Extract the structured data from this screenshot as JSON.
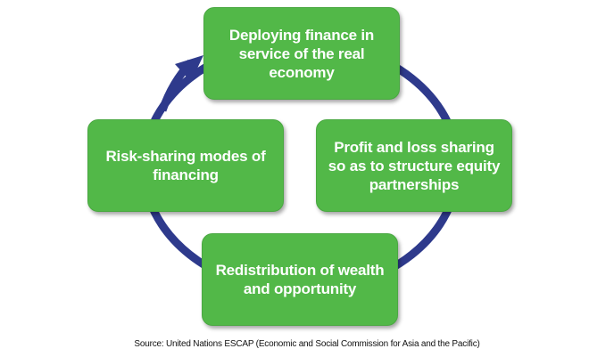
{
  "diagram": {
    "type": "cycle",
    "colors": {
      "box_fill": "#52b848",
      "box_text": "#ffffff",
      "ring": "#2e3a8c"
    },
    "nodes": [
      {
        "id": "top",
        "label": "Deploying finance in service of the real economy"
      },
      {
        "id": "right",
        "label": "Profit and loss sharing so as to structure equity partnerships"
      },
      {
        "id": "bottom",
        "label": "Redistribution of wealth and opportunity"
      },
      {
        "id": "left",
        "label": "Risk-sharing modes of financing"
      }
    ]
  },
  "source": "Source: United Nations ESCAP (Economic and Social Commission for Asia and the Pacific)"
}
